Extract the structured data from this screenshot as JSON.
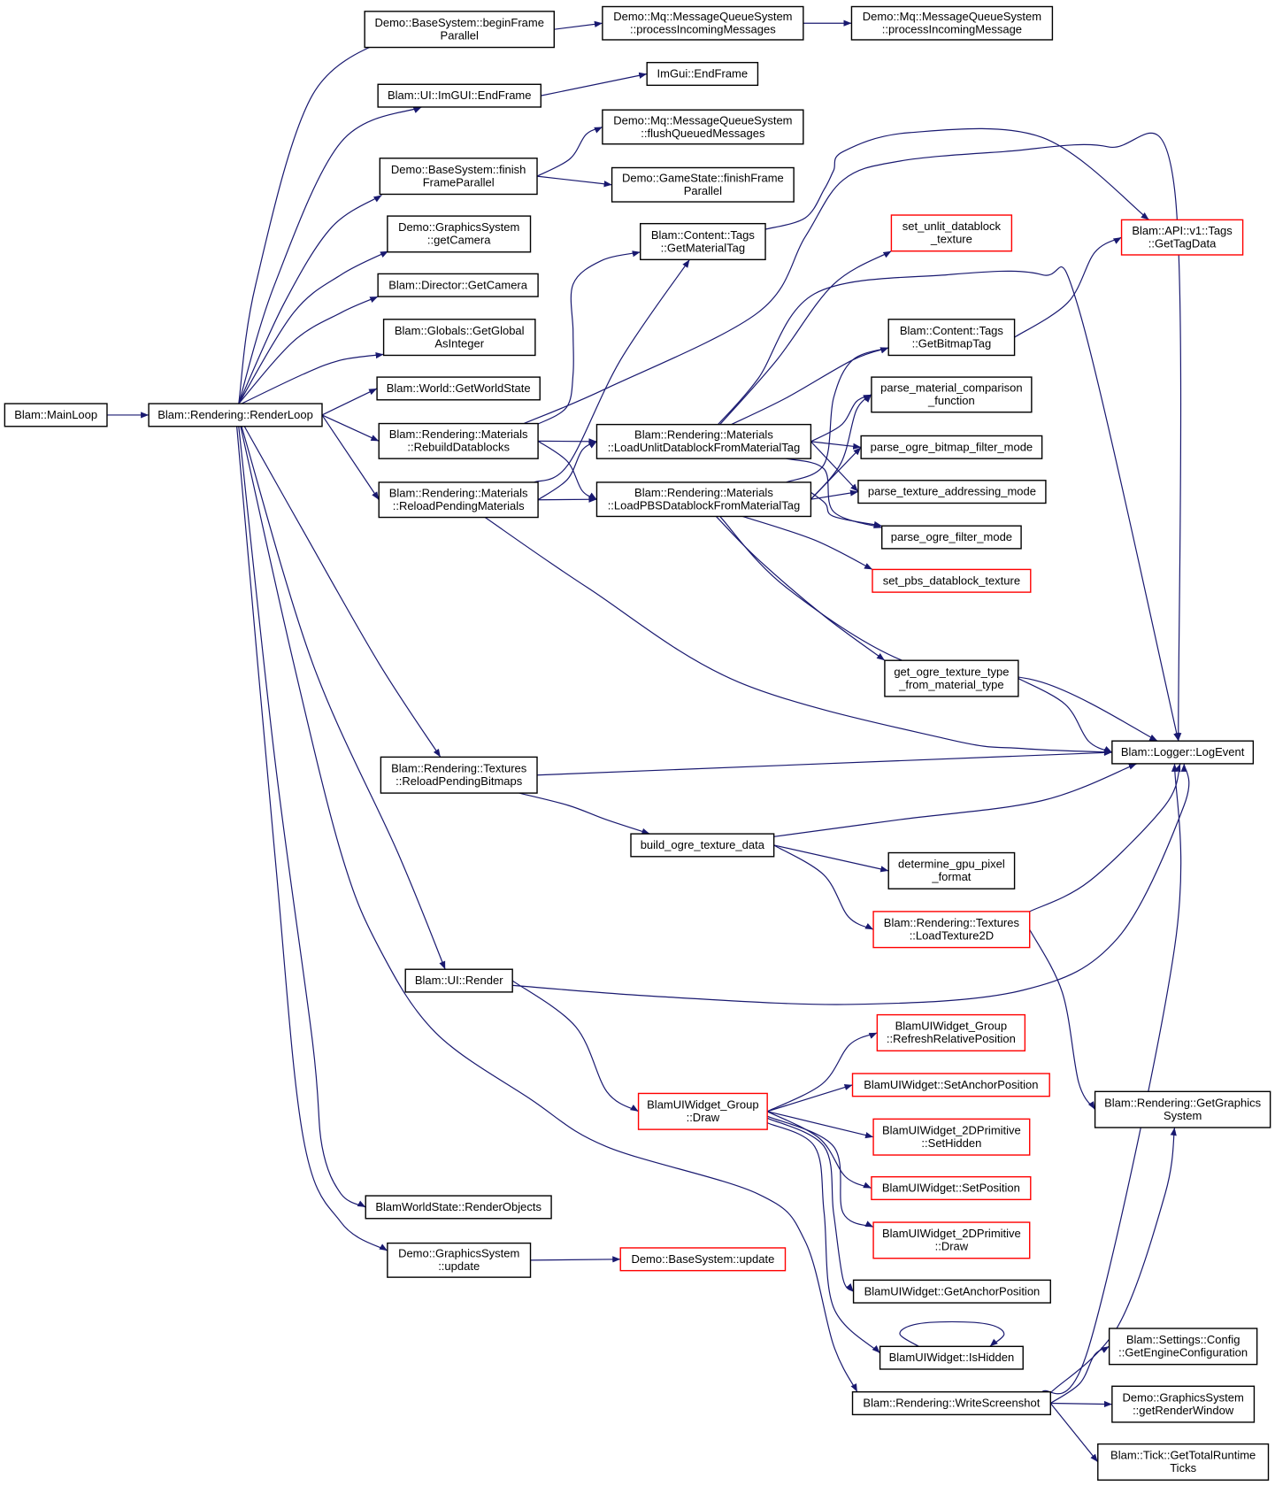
{
  "colors": {
    "edge": "#191970",
    "node_border": "#000000",
    "node_border_highlight": "#ff0000",
    "root_fill": "#bfbfbf",
    "node_fill": "#ffffff"
  },
  "nodes": [
    {
      "id": "mainloop",
      "lines": [
        "Blam::MainLoop"
      ],
      "style": "root"
    },
    {
      "id": "renderloop",
      "lines": [
        "Blam::Rendering::RenderLoop"
      ],
      "style": "normal"
    },
    {
      "id": "beginframe",
      "lines": [
        "Demo::BaseSystem::beginFrame",
        "Parallel"
      ],
      "style": "normal"
    },
    {
      "id": "procmsgs",
      "lines": [
        "Demo::Mq::MessageQueueSystem",
        "::processIncomingMessages"
      ],
      "style": "normal"
    },
    {
      "id": "procmsg",
      "lines": [
        "Demo::Mq::MessageQueueSystem",
        "::processIncomingMessage"
      ],
      "style": "normal"
    },
    {
      "id": "uiendframe",
      "lines": [
        "Blam::UI::ImGUI::EndFrame"
      ],
      "style": "normal"
    },
    {
      "id": "imguiendframe",
      "lines": [
        "ImGui::EndFrame"
      ],
      "style": "normal"
    },
    {
      "id": "flushmsgs",
      "lines": [
        "Demo::Mq::MessageQueueSystem",
        "::flushQueuedMessages"
      ],
      "style": "normal"
    },
    {
      "id": "finishframe",
      "lines": [
        "Demo::BaseSystem::finish",
        "FrameParallel"
      ],
      "style": "normal"
    },
    {
      "id": "gsfinish",
      "lines": [
        "Demo::GameState::finishFrame",
        "Parallel"
      ],
      "style": "normal"
    },
    {
      "id": "getcamera",
      "lines": [
        "Demo::GraphicsSystem",
        "::getCamera"
      ],
      "style": "normal"
    },
    {
      "id": "dircamera",
      "lines": [
        "Blam::Director::GetCamera"
      ],
      "style": "normal"
    },
    {
      "id": "globalint",
      "lines": [
        "Blam::Globals::GetGlobal",
        "AsInteger"
      ],
      "style": "normal"
    },
    {
      "id": "worldstate",
      "lines": [
        "Blam::World::GetWorldState"
      ],
      "style": "normal"
    },
    {
      "id": "rebuild",
      "lines": [
        "Blam::Rendering::Materials",
        "::RebuildDatablocks"
      ],
      "style": "normal"
    },
    {
      "id": "reloadmat",
      "lines": [
        "Blam::Rendering::Materials",
        "::ReloadPendingMaterials"
      ],
      "style": "normal"
    },
    {
      "id": "getmattag",
      "lines": [
        "Blam::Content::Tags",
        "::GetMaterialTag"
      ],
      "style": "normal"
    },
    {
      "id": "loadunlit",
      "lines": [
        "Blam::Rendering::Materials",
        "::LoadUnlitDatablockFromMaterialTag"
      ],
      "style": "normal"
    },
    {
      "id": "loadpbs",
      "lines": [
        "Blam::Rendering::Materials",
        "::LoadPBSDatablockFromMaterialTag"
      ],
      "style": "normal"
    },
    {
      "id": "setunlit",
      "lines": [
        "set_unlit_datablock",
        "_texture"
      ],
      "style": "highlight"
    },
    {
      "id": "getbitmap",
      "lines": [
        "Blam::Content::Tags",
        "::GetBitmapTag"
      ],
      "style": "normal"
    },
    {
      "id": "parsecmp",
      "lines": [
        "parse_material_comparison",
        "_function"
      ],
      "style": "normal"
    },
    {
      "id": "parsebmpfilter",
      "lines": [
        "parse_ogre_bitmap_filter_mode"
      ],
      "style": "normal"
    },
    {
      "id": "parseaddr",
      "lines": [
        "parse_texture_addressing_mode"
      ],
      "style": "normal"
    },
    {
      "id": "parsefilter",
      "lines": [
        "parse_ogre_filter_mode"
      ],
      "style": "normal"
    },
    {
      "id": "setpbs",
      "lines": [
        "set_pbs_datablock_texture"
      ],
      "style": "highlight"
    },
    {
      "id": "gettextype",
      "lines": [
        "get_ogre_texture_type",
        "_from_material_type"
      ],
      "style": "normal"
    },
    {
      "id": "gettagdata",
      "lines": [
        "Blam::API::v1::Tags",
        "::GetTagData"
      ],
      "style": "highlight"
    },
    {
      "id": "logevent",
      "lines": [
        "Blam::Logger::LogEvent"
      ],
      "style": "normal"
    },
    {
      "id": "reloadbmp",
      "lines": [
        "Blam::Rendering::Textures",
        "::ReloadPendingBitmaps"
      ],
      "style": "normal"
    },
    {
      "id": "buildtex",
      "lines": [
        "build_ogre_texture_data"
      ],
      "style": "normal"
    },
    {
      "id": "gpupixel",
      "lines": [
        "determine_gpu_pixel",
        "_format"
      ],
      "style": "normal"
    },
    {
      "id": "loadtex2d",
      "lines": [
        "Blam::Rendering::Textures",
        "::LoadTexture2D"
      ],
      "style": "highlight"
    },
    {
      "id": "uirender",
      "lines": [
        "Blam::UI::Render"
      ],
      "style": "normal"
    },
    {
      "id": "groupdraw",
      "lines": [
        "BlamUIWidget_Group",
        "::Draw"
      ],
      "style": "highlight"
    },
    {
      "id": "refreshpos",
      "lines": [
        "BlamUIWidget_Group",
        "::RefreshRelativePosition"
      ],
      "style": "highlight"
    },
    {
      "id": "setanchor",
      "lines": [
        "BlamUIWidget::SetAnchorPosition"
      ],
      "style": "highlight"
    },
    {
      "id": "sethidden",
      "lines": [
        "BlamUIWidget_2DPrimitive",
        "::SetHidden"
      ],
      "style": "highlight"
    },
    {
      "id": "setposition",
      "lines": [
        "BlamUIWidget::SetPosition"
      ],
      "style": "highlight"
    },
    {
      "id": "primdraw",
      "lines": [
        "BlamUIWidget_2DPrimitive",
        "::Draw"
      ],
      "style": "highlight"
    },
    {
      "id": "getanchor",
      "lines": [
        "BlamUIWidget::GetAnchorPosition"
      ],
      "style": "normal"
    },
    {
      "id": "ishidden",
      "lines": [
        "BlamUIWidget::IsHidden"
      ],
      "style": "normal"
    },
    {
      "id": "getgfx",
      "lines": [
        "Blam::Rendering::GetGraphics",
        "System"
      ],
      "style": "normal"
    },
    {
      "id": "renderobjects",
      "lines": [
        "BlamWorldState::RenderObjects"
      ],
      "style": "normal"
    },
    {
      "id": "gsupdate",
      "lines": [
        "Demo::GraphicsSystem",
        "::update"
      ],
      "style": "normal"
    },
    {
      "id": "bsupdate",
      "lines": [
        "Demo::BaseSystem::update"
      ],
      "style": "highlight"
    },
    {
      "id": "screenshot",
      "lines": [
        "Blam::Rendering::WriteScreenshot"
      ],
      "style": "normal"
    },
    {
      "id": "engineconfig",
      "lines": [
        "Blam::Settings::Config",
        "::GetEngineConfiguration"
      ],
      "style": "normal"
    },
    {
      "id": "renderwindow",
      "lines": [
        "Demo::GraphicsSystem",
        "::getRenderWindow"
      ],
      "style": "normal"
    },
    {
      "id": "runtime",
      "lines": [
        "Blam::Tick::GetTotalRuntime",
        "Ticks"
      ],
      "style": "normal"
    }
  ],
  "edges": [
    [
      "mainloop",
      "renderloop"
    ],
    [
      "renderloop",
      "beginframe"
    ],
    [
      "renderloop",
      "uiendframe"
    ],
    [
      "renderloop",
      "finishframe"
    ],
    [
      "renderloop",
      "getcamera"
    ],
    [
      "renderloop",
      "dircamera"
    ],
    [
      "renderloop",
      "globalint"
    ],
    [
      "renderloop",
      "worldstate"
    ],
    [
      "renderloop",
      "rebuild"
    ],
    [
      "renderloop",
      "reloadmat"
    ],
    [
      "renderloop",
      "reloadbmp"
    ],
    [
      "renderloop",
      "uirender"
    ],
    [
      "renderloop",
      "renderobjects"
    ],
    [
      "renderloop",
      "gsupdate"
    ],
    [
      "renderloop",
      "screenshot"
    ],
    [
      "beginframe",
      "procmsgs"
    ],
    [
      "procmsgs",
      "procmsg"
    ],
    [
      "uiendframe",
      "imguiendframe"
    ],
    [
      "finishframe",
      "flushmsgs"
    ],
    [
      "finishframe",
      "gsfinish"
    ],
    [
      "rebuild",
      "getmattag"
    ],
    [
      "rebuild",
      "loadunlit"
    ],
    [
      "rebuild",
      "loadpbs"
    ],
    [
      "rebuild",
      "logevent"
    ],
    [
      "reloadmat",
      "getmattag"
    ],
    [
      "reloadmat",
      "loadunlit"
    ],
    [
      "reloadmat",
      "loadpbs"
    ],
    [
      "reloadmat",
      "logevent"
    ],
    [
      "getmattag",
      "gettagdata"
    ],
    [
      "loadunlit",
      "setunlit"
    ],
    [
      "loadunlit",
      "getbitmap"
    ],
    [
      "loadunlit",
      "parsecmp"
    ],
    [
      "loadunlit",
      "parsebmpfilter"
    ],
    [
      "loadunlit",
      "parseaddr"
    ],
    [
      "loadunlit",
      "parsefilter"
    ],
    [
      "loadunlit",
      "logevent"
    ],
    [
      "loadpbs",
      "getbitmap"
    ],
    [
      "loadpbs",
      "parsecmp"
    ],
    [
      "loadpbs",
      "parsebmpfilter"
    ],
    [
      "loadpbs",
      "parseaddr"
    ],
    [
      "loadpbs",
      "parsefilter"
    ],
    [
      "loadpbs",
      "setpbs"
    ],
    [
      "loadpbs",
      "gettextype"
    ],
    [
      "loadpbs",
      "logevent"
    ],
    [
      "getbitmap",
      "gettagdata"
    ],
    [
      "gettextype",
      "logevent"
    ],
    [
      "reloadbmp",
      "buildtex"
    ],
    [
      "reloadbmp",
      "logevent"
    ],
    [
      "buildtex",
      "gpupixel"
    ],
    [
      "buildtex",
      "loadtex2d"
    ],
    [
      "buildtex",
      "logevent"
    ],
    [
      "loadtex2d",
      "logevent"
    ],
    [
      "loadtex2d",
      "getgfx"
    ],
    [
      "uirender",
      "groupdraw"
    ],
    [
      "uirender",
      "logevent"
    ],
    [
      "groupdraw",
      "refreshpos"
    ],
    [
      "groupdraw",
      "setanchor"
    ],
    [
      "groupdraw",
      "sethidden"
    ],
    [
      "groupdraw",
      "setposition"
    ],
    [
      "groupdraw",
      "primdraw"
    ],
    [
      "groupdraw",
      "getanchor"
    ],
    [
      "groupdraw",
      "ishidden"
    ],
    [
      "ishidden",
      "ishidden"
    ],
    [
      "gsupdate",
      "bsupdate"
    ],
    [
      "screenshot",
      "engineconfig"
    ],
    [
      "screenshot",
      "renderwindow"
    ],
    [
      "screenshot",
      "runtime"
    ],
    [
      "screenshot",
      "logevent"
    ],
    [
      "screenshot",
      "getgfx"
    ]
  ]
}
